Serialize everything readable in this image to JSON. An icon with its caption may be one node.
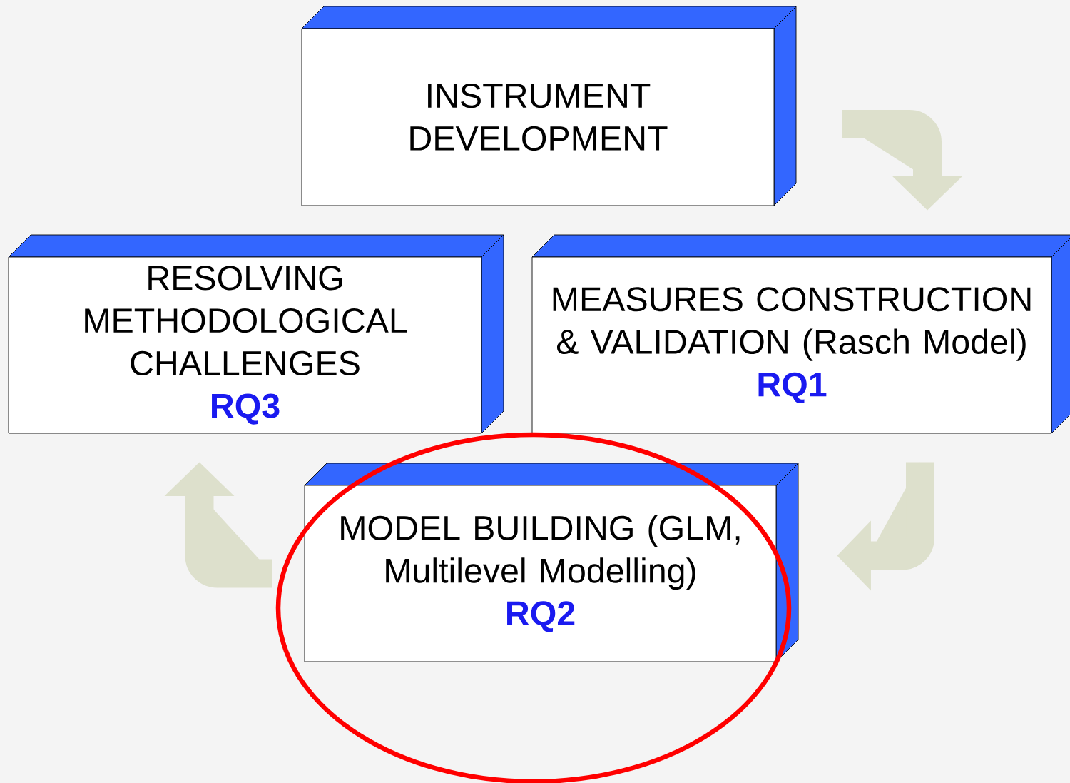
{
  "diagram": {
    "nodes": [
      {
        "text": [
          "INSTRUMENT DEVELOPMENT"
        ]
      },
      {
        "text": [
          "MEASURES CONSTRUCTION & VALIDATION (Rasch Model)",
          "RQ1"
        ]
      },
      {
        "text": [
          "MODEL BUILDING (GLM, Multilevel Modelling)",
          "RQ2"
        ]
      },
      {
        "text": [
          "RESOLVING METHODOLOGICAL CHALLENGES",
          "RQ3"
        ]
      }
    ],
    "edges": [
      {
        "from": 0,
        "to": 1,
        "arrow": "to"
      },
      {
        "from": 1,
        "to": 2,
        "arrow": "to"
      },
      {
        "from": 2,
        "to": 3,
        "arrow": "to"
      }
    ]
  }
}
